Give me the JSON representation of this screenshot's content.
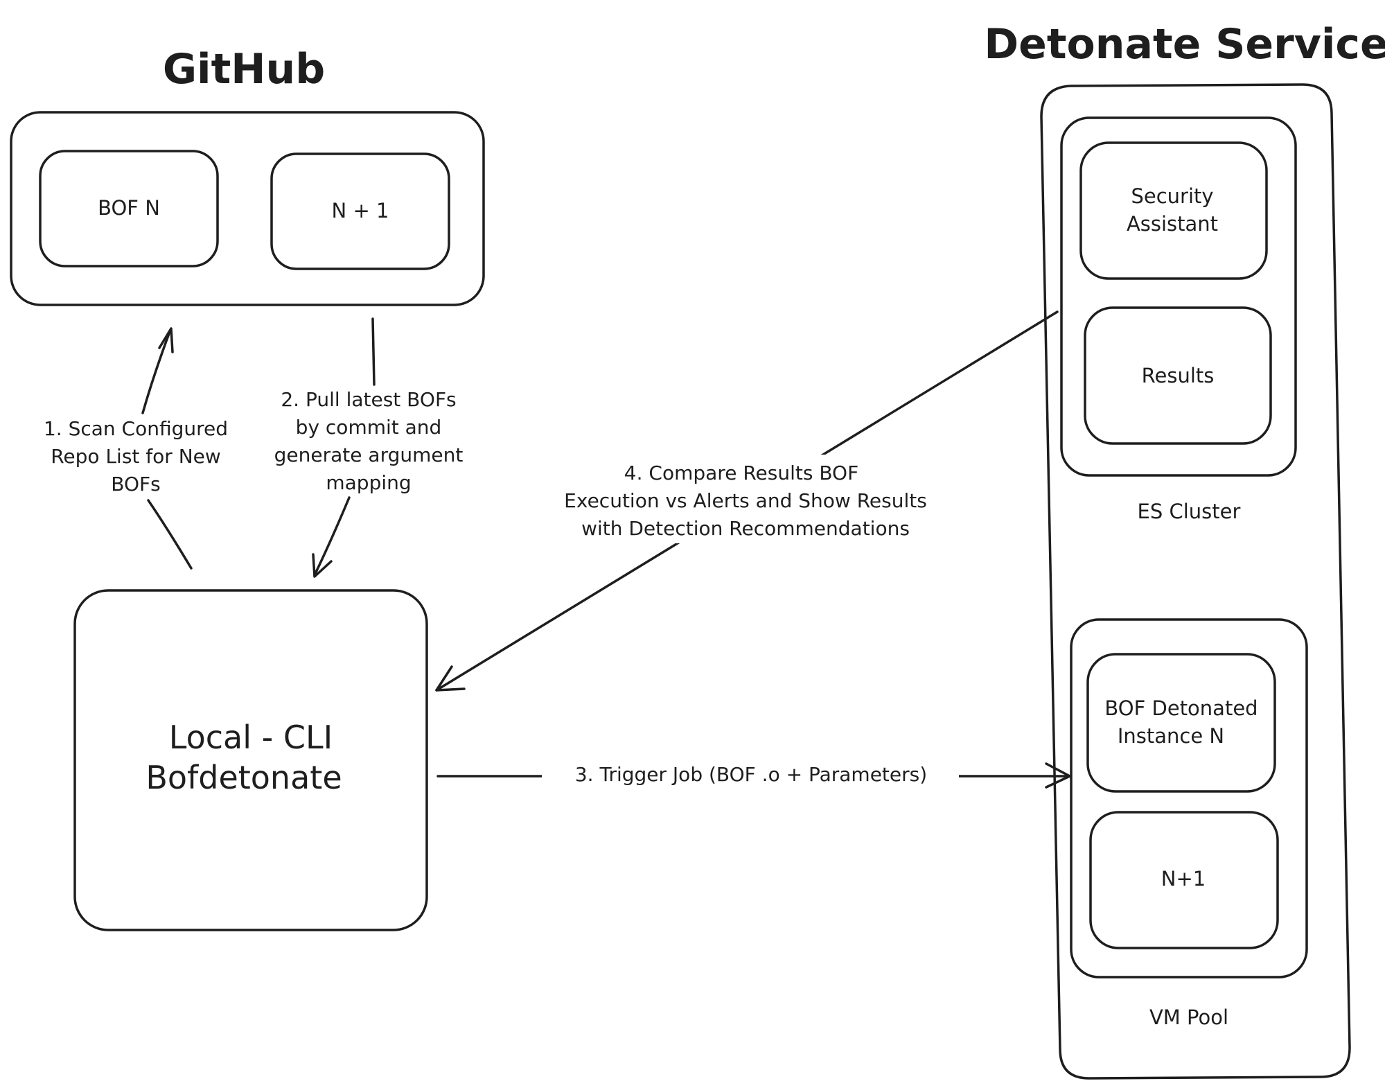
{
  "titles": {
    "github": "GitHub",
    "detonate_service": "Detonate Service"
  },
  "github": {
    "bof_n": "BOF N",
    "n_plus_1": "N + 1"
  },
  "local_cli": {
    "line1": "Local - CLI",
    "line2": "Bofdetonate"
  },
  "es_cluster": {
    "label": "ES Cluster",
    "security_assistant": [
      "Security",
      "Assistant"
    ],
    "results": "Results"
  },
  "vm_pool": {
    "label": "VM Pool",
    "bof_detonated": [
      "BOF Detonated",
      "Instance N"
    ],
    "n_plus_1": "N+1"
  },
  "edges": {
    "scan": [
      "1. Scan Configured",
      "Repo List for New",
      "BOFs"
    ],
    "pull": [
      "2. Pull latest BOFs",
      "by commit and",
      "generate argument",
      "mapping"
    ],
    "trigger": "3. Trigger Job (BOF .o +  Parameters)",
    "compare": [
      "4. Compare Results BOF",
      "Execution vs Alerts and Show Results",
      "with Detection Recommendations"
    ]
  }
}
